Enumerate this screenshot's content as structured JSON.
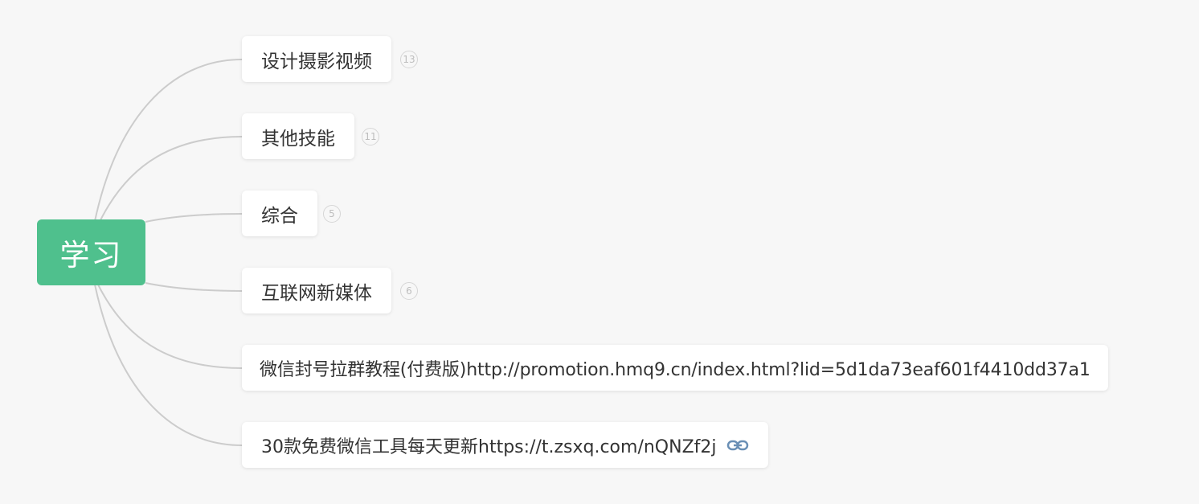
{
  "root": {
    "label": "学习"
  },
  "branches": [
    {
      "label": "设计摄影视频",
      "count": "13"
    },
    {
      "label": "其他技能",
      "count": "11"
    },
    {
      "label": "综合",
      "count": "5"
    },
    {
      "label": "互联网新媒体",
      "count": "6"
    },
    {
      "label": "微信封号拉群教程(付费版)http://promotion.hmq9.cn/index.html?lid=5d1da73eaf601f4410dd37a1"
    },
    {
      "label": "30款免费微信工具每天更新https://t.zsxq.com/nQNZf2j",
      "icon": "link-icon"
    }
  ],
  "colors": {
    "root_fill": "#4fc08d",
    "connector": "#cccccc",
    "background": "#f7f7f7",
    "link_icon": "#6a8fb5"
  }
}
